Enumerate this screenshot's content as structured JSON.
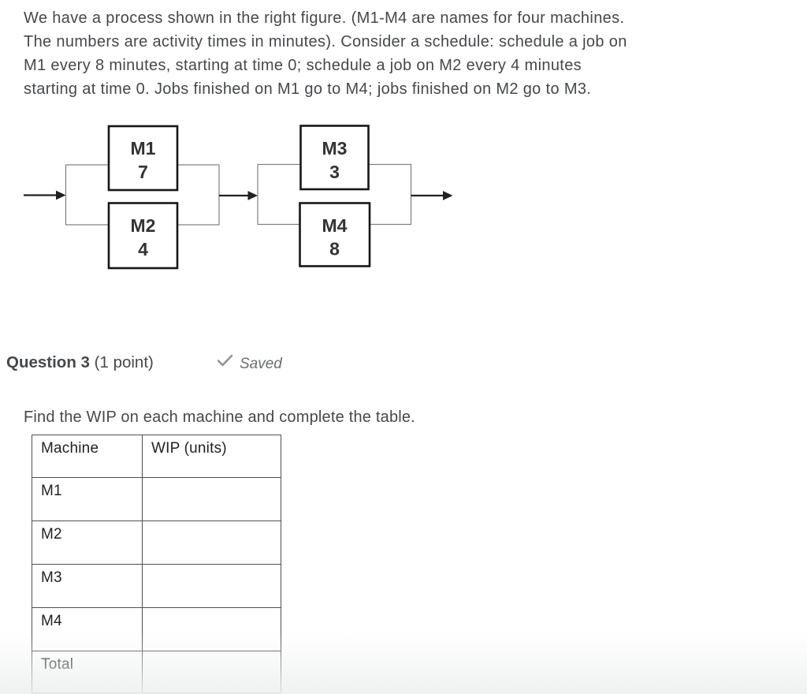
{
  "intro": {
    "lines": [
      "We have a process shown in the right figure. (M1-M4 are names for four machines.",
      "The numbers are activity times in minutes). Consider a schedule: schedule a job on",
      "M1 every 8 minutes, starting at time 0; schedule a job on M2 every 4 minutes",
      "starting at time 0. Jobs finished on M1 go to M4; jobs finished on M2 go to M3."
    ]
  },
  "diagram": {
    "machines": [
      {
        "name": "M1",
        "time": "7"
      },
      {
        "name": "M2",
        "time": "4"
      },
      {
        "name": "M3",
        "time": "3"
      },
      {
        "name": "M4",
        "time": "8"
      }
    ]
  },
  "question": {
    "title": "Question 3",
    "points": "(1 point)",
    "status": "Saved",
    "prompt": "Find the WIP on each machine and complete the table."
  },
  "table": {
    "headers": [
      "Machine",
      "WIP (units)"
    ],
    "rows": [
      {
        "machine": "M1",
        "wip": ""
      },
      {
        "machine": "M2",
        "wip": ""
      },
      {
        "machine": "M3",
        "wip": ""
      },
      {
        "machine": "M4",
        "wip": ""
      },
      {
        "machine": "Total",
        "wip": ""
      }
    ]
  },
  "colors": {
    "body_text": "#45484b",
    "muted_text": "#696d70",
    "table_border": "#4f4f4f",
    "table_text": "#222222",
    "diagram_box_border": "#161616",
    "diagram_rail": "#7e7e7e",
    "diagram_arrow": "#212121",
    "saved_check": "#8f9496",
    "page_background": "#ffffff"
  }
}
